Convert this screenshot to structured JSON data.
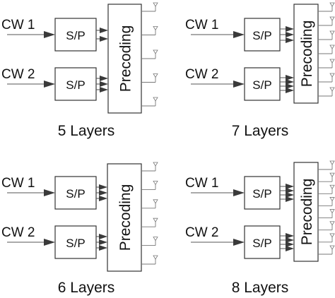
{
  "diagrams": [
    {
      "cw1_label": "CW 1",
      "cw2_label": "CW 2",
      "sp_label_1": "S/P",
      "sp_label_2": "S/P",
      "precoding_label": "Precoding",
      "caption": "5 Layers",
      "streams_cw1": 2,
      "streams_cw2": 3,
      "antennas": 5
    },
    {
      "cw1_label": "CW 1",
      "cw2_label": "CW 2",
      "sp_label_1": "S/P",
      "sp_label_2": "S/P",
      "precoding_label": "Precoding",
      "caption": "7 Layers",
      "streams_cw1": 3,
      "streams_cw2": 4,
      "antennas": 7
    },
    {
      "cw1_label": "CW 1",
      "cw2_label": "CW 2",
      "sp_label_1": "S/P",
      "sp_label_2": "S/P",
      "precoding_label": "Precoding",
      "caption": "6 Layers",
      "streams_cw1": 3,
      "streams_cw2": 3,
      "antennas": 6
    },
    {
      "cw1_label": "CW 1",
      "cw2_label": "CW 2",
      "sp_label_1": "S/P",
      "sp_label_2": "S/P",
      "precoding_label": "Precoding",
      "caption": "8 Layers",
      "streams_cw1": 4,
      "streams_cw2": 4,
      "antennas": 8
    }
  ]
}
